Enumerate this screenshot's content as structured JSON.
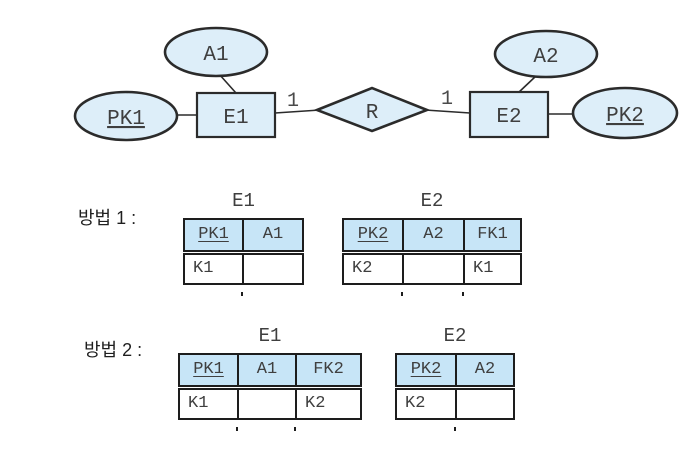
{
  "er_diagram": {
    "attribute1": "A1",
    "attribute2": "A2",
    "primary_key1": "PK1",
    "primary_key2": "PK2",
    "entity1": "E1",
    "entity2": "E2",
    "relationship": "R",
    "cardinality_left": "1",
    "cardinality_right": "1"
  },
  "colors": {
    "shape_fill": "#ddeef9",
    "table_header_fill": "#c7e5f7",
    "line": "#2b2b2b",
    "text": "#3f3f3f"
  },
  "methods": [
    {
      "label": "방법 1 :",
      "tables": [
        {
          "title": "E1",
          "headers": [
            "PK1",
            "A1"
          ],
          "row": [
            "K1",
            ""
          ]
        },
        {
          "title": "E2",
          "headers": [
            "PK2",
            "A2",
            "FK1"
          ],
          "row": [
            "K2",
            "",
            "K1"
          ]
        }
      ]
    },
    {
      "label": "방법 2 :",
      "tables": [
        {
          "title": "E1",
          "headers": [
            "PK1",
            "A1",
            "FK2"
          ],
          "row": [
            "K1",
            "",
            "K2"
          ]
        },
        {
          "title": "E2",
          "headers": [
            "PK2",
            "A2"
          ],
          "row": [
            "K2",
            ""
          ]
        }
      ]
    }
  ]
}
